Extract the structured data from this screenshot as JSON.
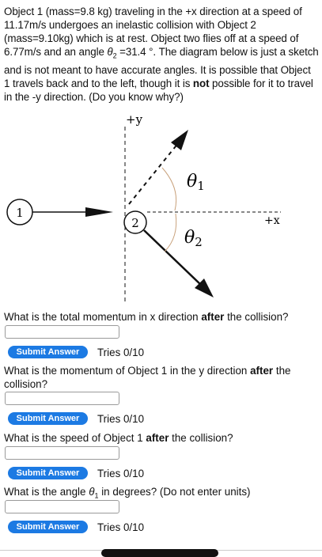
{
  "problem": {
    "t1": "Object 1 (mass=9.8 kg) traveling in the +x direction at a speed of 11.17m/s undergoes an inelastic collision with Object 2 (mass=9.10kg) which is at rest. Object two flies off at a speed of 6.77m/s and an angle ",
    "theta2_symbol": "θ",
    "theta2_sub": "2",
    "t2": " =31.4 °. The diagram below is just a sketch and is not meant to have accurate angles. It is possible that Object 1 travels back and to the left, though it is ",
    "not_word": "not",
    "t3": " possible for it to travel in the -y direction. (Do you know why?)"
  },
  "diagram": {
    "y_axis_label": "+y",
    "x_axis_label": "+x",
    "object1_label": "1",
    "object2_label": "2",
    "theta1_label": "θ",
    "theta1_sub": "1",
    "theta2_label": "θ",
    "theta2_sub": "2"
  },
  "questions": [
    {
      "pre": "What is the total momentum in x direction ",
      "bold": "after",
      "post": " the collision?",
      "submit": "Submit Answer",
      "tries": "Tries 0/10"
    },
    {
      "pre": "What is the momentum of Object 1 in the y direction ",
      "bold": "after",
      "post": " the collision?",
      "submit": "Submit Answer",
      "tries": "Tries 0/10"
    },
    {
      "pre": "What is the speed of Object 1 ",
      "bold": "after",
      "post": " the collision?",
      "submit": "Submit Answer",
      "tries": "Tries 0/10"
    },
    {
      "pre": "What is the angle ",
      "theta_symbol": "θ",
      "theta_sub": "1",
      "post": " in degrees? (Do not enter units)",
      "submit": "Submit Answer",
      "tries": "Tries 0/10"
    }
  ],
  "colors": {
    "submit_button": "#1c7ae3",
    "angle_arc": "#c8a07a"
  }
}
